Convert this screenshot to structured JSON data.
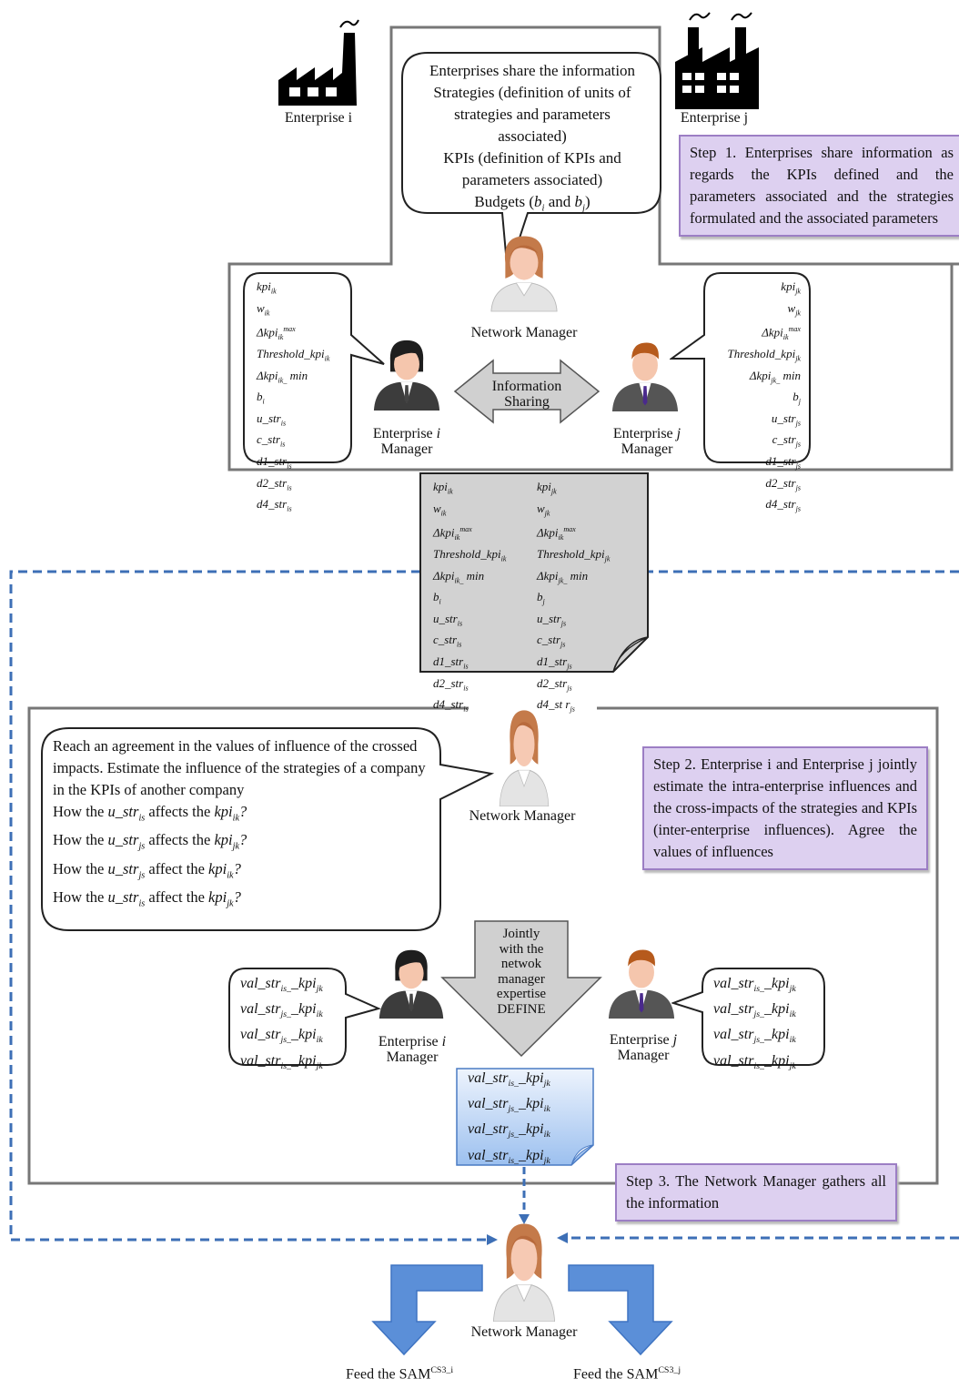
{
  "enterprise_i_label": "Enterprise i",
  "enterprise_j_label": "Enterprise j",
  "share_bubble": [
    "Enterprises share the information",
    "Strategies (definition of units of",
    "strategies and parameters",
    "associated)",
    "KPIs (definition of KPIs and",
    "parameters associated)",
    "Budgets (b_i and b_j)"
  ],
  "step1": "Step 1. Enterprises share information as regards the KPIs defined and the parameters associated and the strategies formulated and the associated parameters",
  "network_manager": "Network Manager",
  "info_sharing": "Information Sharing",
  "enterprise_i_manager": "Enterprise i Manager",
  "enterprise_j_manager": "Enterprise j Manager",
  "params_i": [
    "kpi_ik",
    "w_ik",
    "Δkpi_ik^max",
    "Threshold_kpi_ik",
    "Δkpi_ik_ min",
    "b_i",
    "u_str_is",
    "c_str_is",
    "d1_str_is",
    "d2_str_is",
    "d4_str_is"
  ],
  "params_j": [
    "kpi_jk",
    "w_jk",
    "Δkpi_ik^max",
    "Threshold_kpi_jk",
    "Δkpi_jk_ min",
    "b_j",
    "u_str_js",
    "c_str_js",
    "d1_str_js",
    "d2_str_js",
    "d4_str_js"
  ],
  "doc_params_j": [
    "kpi_jk",
    "w_jk",
    "Δkpi_ik^max",
    "Threshold_kpi_jk",
    "Δkpi_jk_ min",
    "b_j",
    "u_str_js",
    "c_str_js",
    "d1_str_js",
    "d2_str_js",
    "d4_st r_js"
  ],
  "agreement_bubble": {
    "intro": "Reach an agreement in the values of influence of the crossed impacts. Estimate the influence of the strategies of a company in the KPIs of  another company",
    "questions": [
      "How the u_str_is affects the kpi_ik?",
      "How the u_str_js affects the kpi_jk?",
      "How the u_str_js affect the kpi_ik?",
      "How the u_str_is affect the kpi_jk?"
    ]
  },
  "step2": "Step 2. Enterprise i and Enterprise j jointly estimate the intra-enterprise influences and the cross-impacts of the strategies and KPIs (inter-enterprise influences). Agree the values of influences",
  "define_arrow": [
    "Jointly",
    "with the",
    "netwok",
    "manager",
    "expertise",
    "DEFINE"
  ],
  "val_lines": [
    "val_str_is_kpi_jk",
    "val_str_js_kpi_ik",
    "val_str_js_kpi_ik",
    "val_str_is_kpi_jk"
  ],
  "step3": "Step 3. The Network Manager gathers all the information",
  "feed_i": "Feed the SAM^CS3_i",
  "feed_j": "Feed the SAM^CS3_j",
  "colors": {
    "purple_fill": "#ddd0f0",
    "purple_border": "#9c7ec4",
    "blue_arrow": "#5b8fd8",
    "dash_blue": "#3d6fb6",
    "doc_gray": "#d2d2d2"
  }
}
